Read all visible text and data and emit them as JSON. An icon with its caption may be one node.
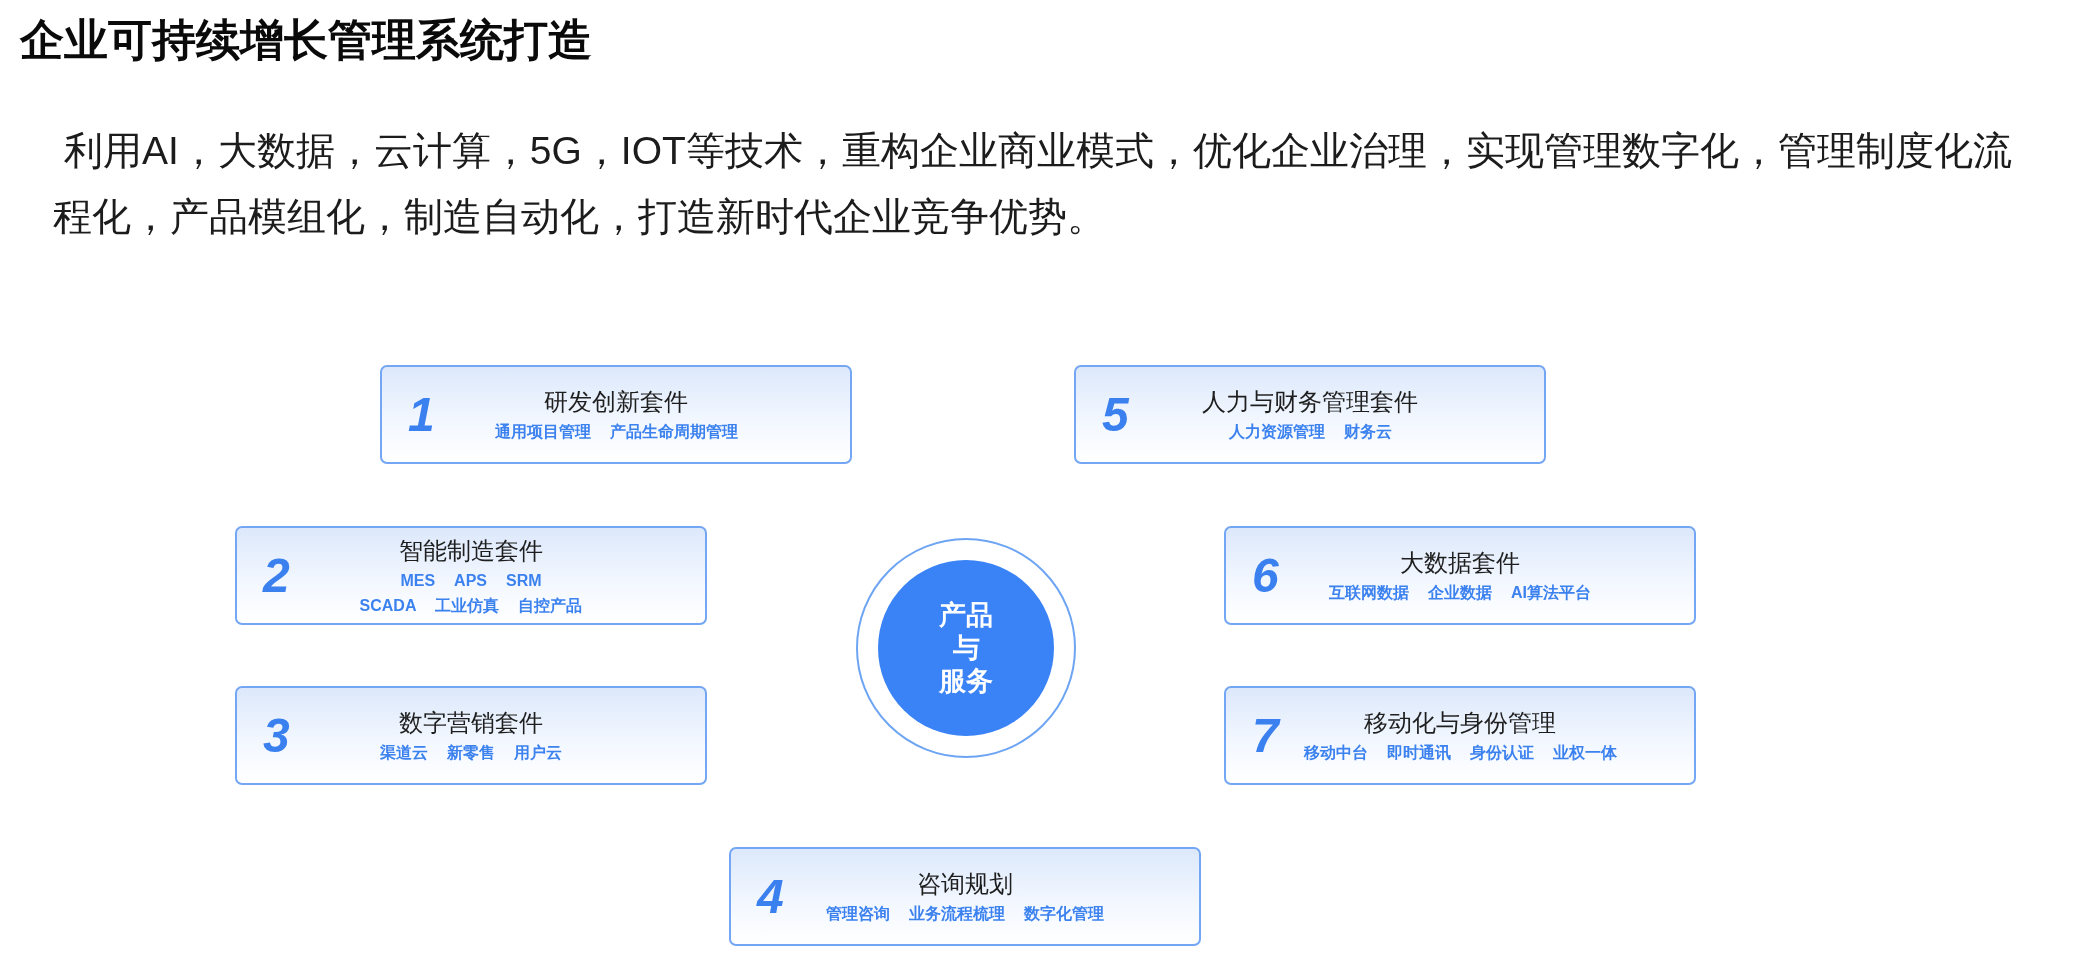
{
  "diagram": {
    "title": "企业可持续增长管理系统打造",
    "nodes": [
      {
        "text": [
          "1",
          "研发创新套件",
          "通用项目管理",
          "产品生命周期管理"
        ]
      },
      {
        "text": [
          "2",
          "智能制造套件",
          "MES",
          "APS",
          "SRM",
          "SCADA",
          "工业仿真",
          "自控产品"
        ]
      },
      {
        "text": [
          "3",
          "数字营销套件",
          "渠道云",
          "新零售",
          "用户云"
        ]
      },
      {
        "text": [
          "4",
          "咨询规划",
          "管理咨询",
          "业务流程梳理",
          "数字化管理"
        ]
      },
      {
        "text": [
          "5",
          "人力与财务管理套件",
          "人力资源管理",
          "财务云"
        ]
      },
      {
        "text": [
          "6",
          "大数据套件",
          "互联网数据",
          "企业数据",
          "AI算法平台"
        ]
      },
      {
        "text": [
          "7",
          "移动化与身份管理",
          "移动中台",
          "即时通讯",
          "身份认证",
          "业权一体"
        ]
      },
      {
        "text": [
          "产品与服务"
        ]
      }
    ],
    "labels": [
      "利用AI，大数据，云计算，5G，IOT等技术，重构企业商业模式，优化企业治理，实现管理数字化，管理制度化流程化，产品模组化，制造自动化，打造新时代企业竞争优势。"
    ]
  }
}
